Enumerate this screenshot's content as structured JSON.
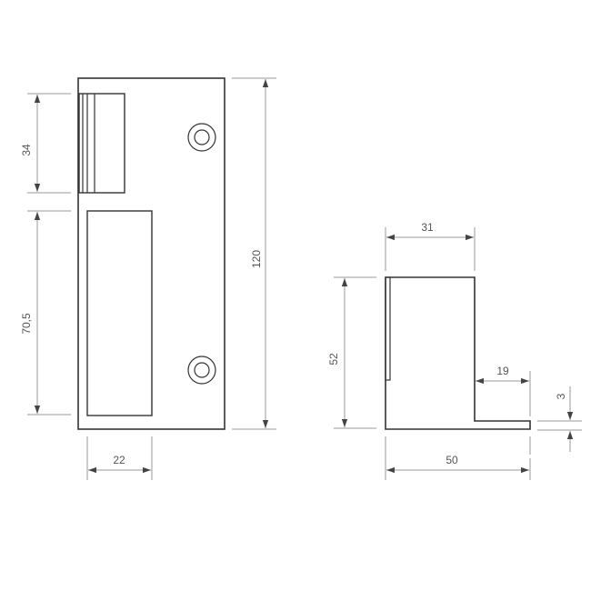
{
  "colors": {
    "outline": "#333333",
    "dimension": "#9a9a9a",
    "text": "#555555",
    "background": "#ffffff"
  },
  "front_view": {
    "dimensions": {
      "latch_height": "34",
      "window_height": "70,5",
      "total_height": "120",
      "window_width": "22"
    }
  },
  "side_view": {
    "dimensions": {
      "top_width": "31",
      "height": "52",
      "foot_length": "19",
      "thickness": "3",
      "total_width": "50"
    }
  }
}
